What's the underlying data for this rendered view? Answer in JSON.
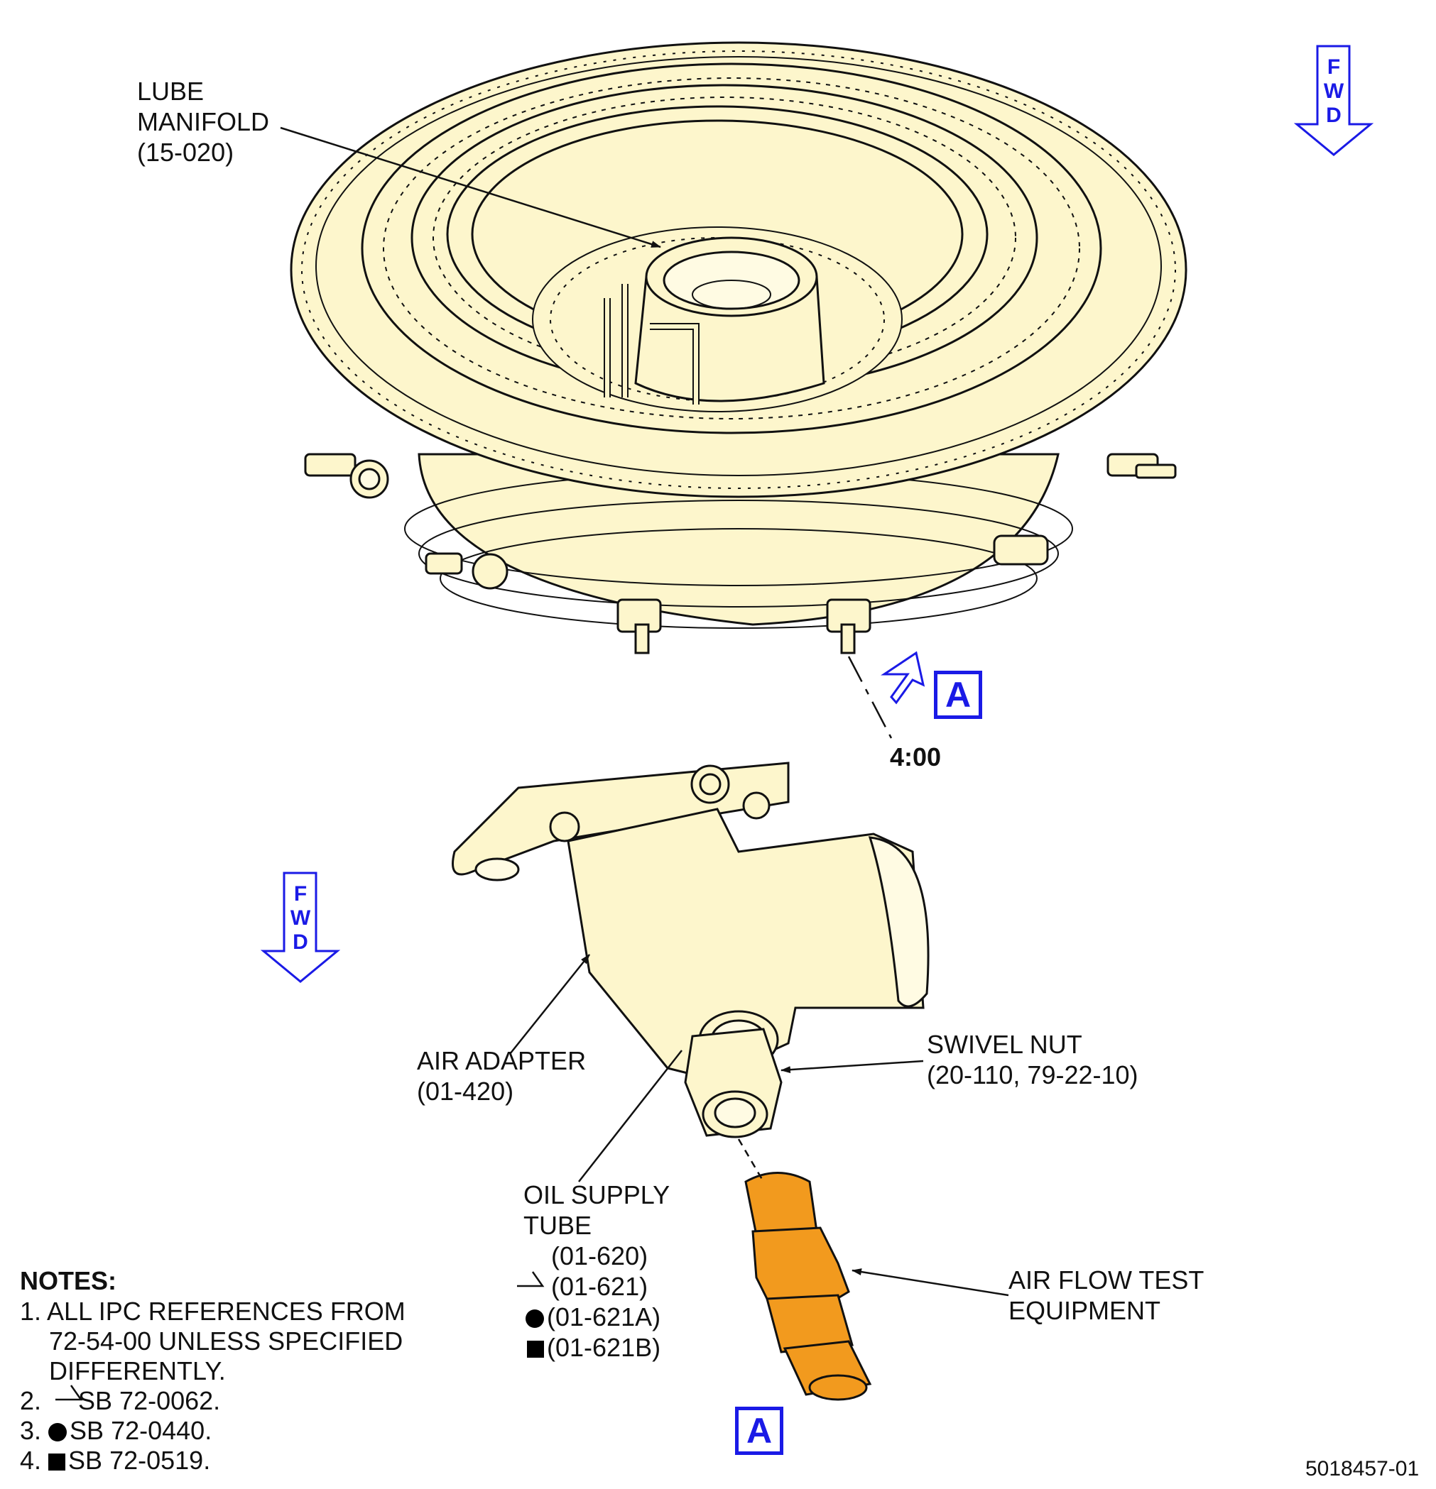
{
  "labels": {
    "lube_manifold": {
      "line1": "LUBE",
      "line2": "MANIFOLD",
      "line3": "(15-020)"
    },
    "clock_position": "4:00",
    "air_adapter": {
      "line1": "AIR ADAPTER",
      "line2": "(01-420)"
    },
    "swivel_nut": {
      "line1": "SWIVEL NUT",
      "line2": "(20-110, 79-22-10)"
    },
    "oil_supply_tube": {
      "line1": "OIL SUPPLY",
      "line2": "TUBE",
      "ref1": "(01-620)",
      "ref2": "(01-621)",
      "ref3": "(01-621A)",
      "ref4": "(01-621B)"
    },
    "air_flow_test": {
      "line1": "AIR FLOW TEST",
      "line2": "EQUIPMENT"
    }
  },
  "fwd": {
    "f": "F",
    "w": "W",
    "d": "D"
  },
  "view_marker": "A",
  "notes": {
    "title": "NOTES:",
    "n1a": "1. ALL IPC REFERENCES FROM",
    "n1b": "72-54-00 UNLESS SPECIFIED",
    "n1c": "DIFFERENTLY.",
    "n2": "SB 72-0062.",
    "n3": "SB 72-0440.",
    "n4": "SB 72-0519.",
    "n2num": "2.",
    "n3num": "3.",
    "n4num": "4."
  },
  "figure_id": "5018457-01",
  "colors": {
    "part_fill": "#fdf6cc",
    "test_equipment": "#f29a1e",
    "fwd_blue": "#1a1ae6",
    "line": "#111111"
  }
}
